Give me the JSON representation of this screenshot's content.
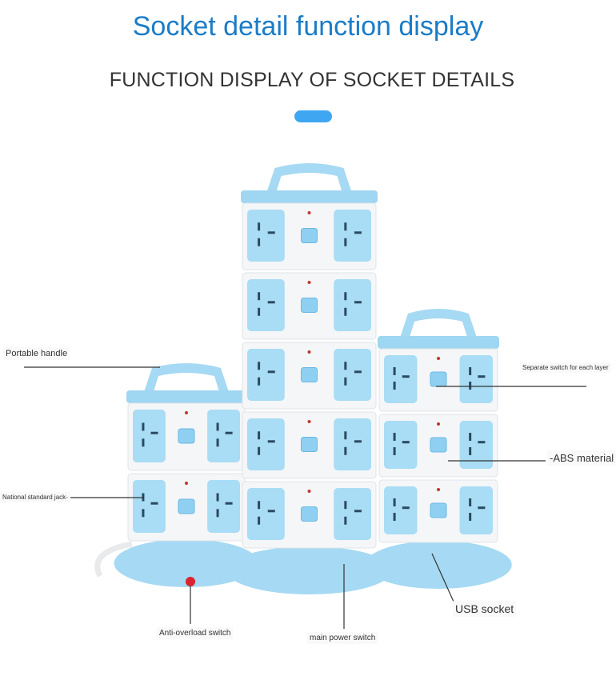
{
  "header": {
    "title": "Socket detail function display",
    "subtitle": "FUNCTION DISPLAY OF SOCKET DETAILS"
  },
  "colors": {
    "accent": "#1b7cc6",
    "pill": "#3fa6f1",
    "socket_blue": "#a9dcf5",
    "body_white": "#f4f6f8"
  },
  "annotations": {
    "portable_handle": "Portable handle",
    "national_standard_jack": "National standard jack-",
    "separate_switch": "Separate switch for each layer",
    "abs_material": "-ABS material",
    "usb_socket": "USB socket",
    "main_power_switch": "main power switch",
    "anti_overload_switch": "Anti-overload switch"
  }
}
